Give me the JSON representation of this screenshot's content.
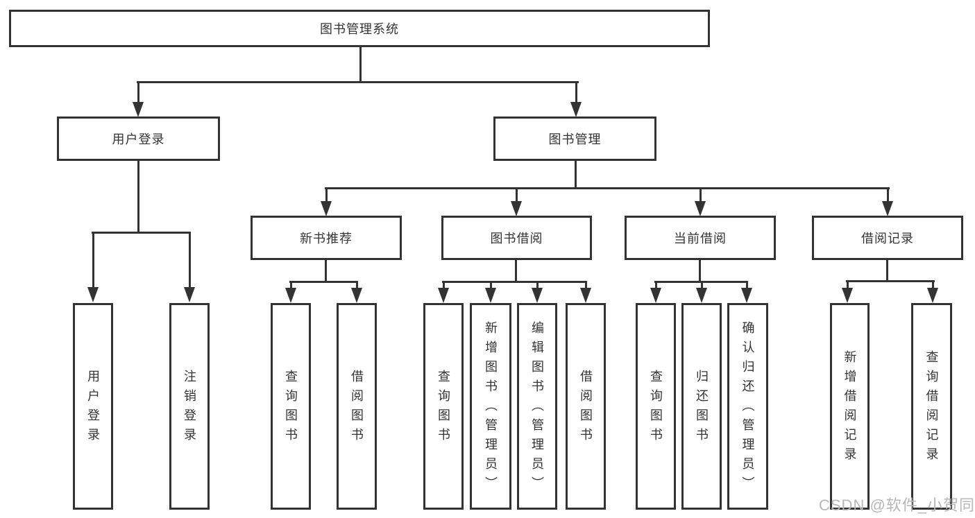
{
  "tree": {
    "label": "图书管理系统",
    "children": [
      {
        "label": "用户登录",
        "children": [
          {
            "label": "用户登录"
          },
          {
            "label": "注销登录"
          }
        ]
      },
      {
        "label": "图书管理",
        "children": [
          {
            "label": "新书推荐",
            "children": [
              {
                "label": "查询图书"
              },
              {
                "label": "借阅图书"
              }
            ]
          },
          {
            "label": "图书借阅",
            "children": [
              {
                "label": "查询图书"
              },
              {
                "label": "新增图书（管理员）"
              },
              {
                "label": "编辑图书（管理员）"
              },
              {
                "label": "借阅图书"
              }
            ]
          },
          {
            "label": "当前借阅",
            "children": [
              {
                "label": "查询图书"
              },
              {
                "label": "归还图书"
              },
              {
                "label": "确认归还（管理员）"
              }
            ]
          },
          {
            "label": "借阅记录",
            "children": [
              {
                "label": "新增借阅记录"
              },
              {
                "label": "查询借阅记录"
              }
            ]
          }
        ]
      }
    ]
  },
  "watermark": "CSDN @软件_小贺同学",
  "colors": {
    "line": "#333333",
    "text": "#333333",
    "watermark": "#b7b7b7",
    "background": "#ffffff"
  }
}
